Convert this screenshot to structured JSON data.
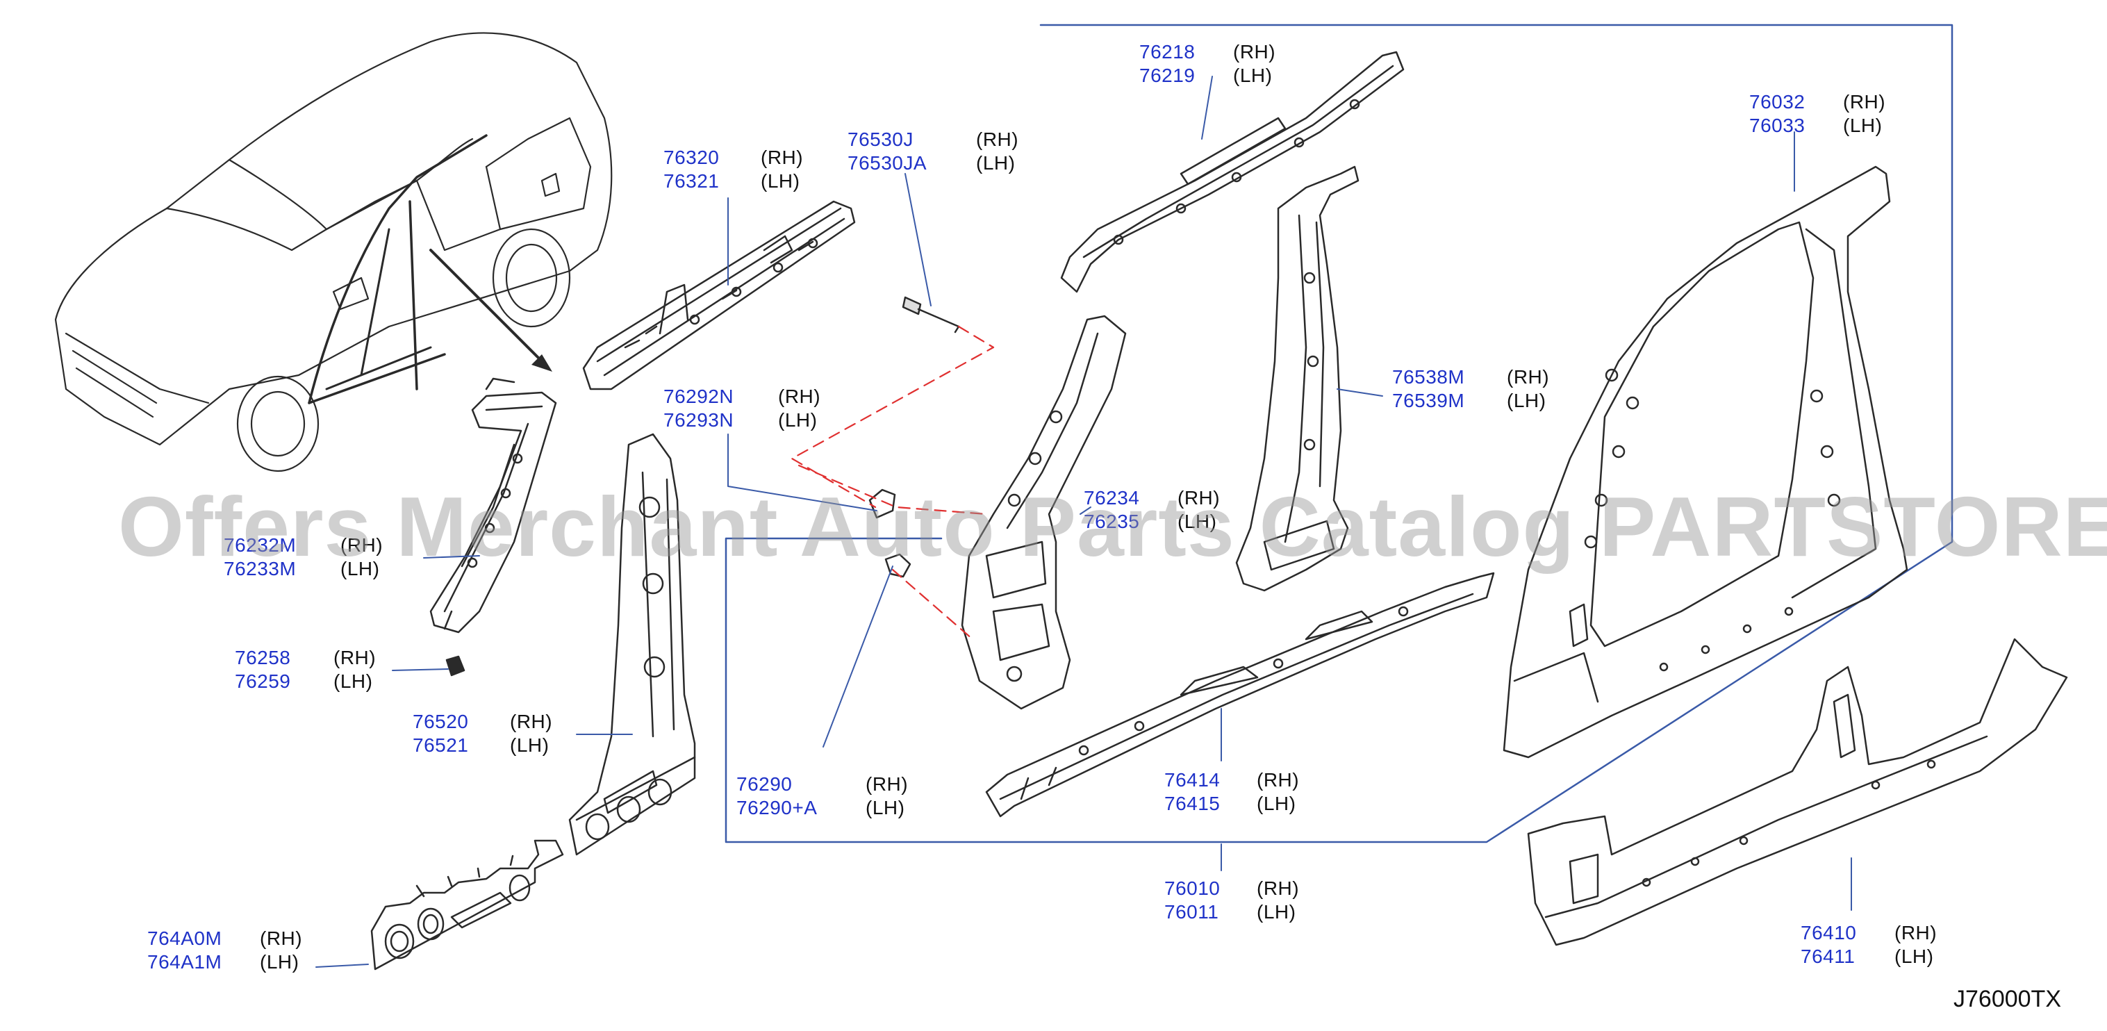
{
  "diagram_code": "J76000TX",
  "watermark": "Offers Merchant Auto Parts Catalog PARTSTORE SA",
  "colors": {
    "part_number": "#1f32c8",
    "line": "#2a2a2a",
    "leader": "#3a5aa8",
    "dash": "#e03030"
  },
  "callouts": [
    {
      "id": "c76218",
      "rh_part": "76218",
      "lh_part": "76219",
      "rh": "(RH)",
      "lh": "(LH)"
    },
    {
      "id": "c76032",
      "rh_part": "76032",
      "lh_part": "76033",
      "rh": "(RH)",
      "lh": "(LH)"
    },
    {
      "id": "c76320",
      "rh_part": "76320",
      "lh_part": "76321",
      "rh": "(RH)",
      "lh": "(LH)"
    },
    {
      "id": "c76530",
      "rh_part": "76530J",
      "lh_part": "76530JA",
      "rh": "(RH)",
      "lh": "(LH)"
    },
    {
      "id": "c76538",
      "rh_part": "76538M",
      "lh_part": "76539M",
      "rh": "(RH)",
      "lh": "(LH)"
    },
    {
      "id": "c76292",
      "rh_part": "76292N",
      "lh_part": "76293N",
      "rh": "(RH)",
      "lh": "(LH)"
    },
    {
      "id": "c76234",
      "rh_part": "76234",
      "lh_part": "76235",
      "rh": "(RH)",
      "lh": "(LH)"
    },
    {
      "id": "c76232",
      "rh_part": "76232M",
      "lh_part": "76233M",
      "rh": "(RH)",
      "lh": "(LH)"
    },
    {
      "id": "c76258",
      "rh_part": "76258",
      "lh_part": "76259",
      "rh": "(RH)",
      "lh": "(LH)"
    },
    {
      "id": "c76520",
      "rh_part": "76520",
      "lh_part": "76521",
      "rh": "(RH)",
      "lh": "(LH)"
    },
    {
      "id": "c76290",
      "rh_part": "76290",
      "lh_part": "76290+A",
      "rh": "(RH)",
      "lh": "(LH)"
    },
    {
      "id": "c76414",
      "rh_part": "76414",
      "lh_part": "76415",
      "rh": "(RH)",
      "lh": "(LH)"
    },
    {
      "id": "c76010",
      "rh_part": "76010",
      "lh_part": "76011",
      "rh": "(RH)",
      "lh": "(LH)"
    },
    {
      "id": "c764A0",
      "rh_part": "764A0M",
      "lh_part": "764A1M",
      "rh": "(RH)",
      "lh": "(LH)"
    },
    {
      "id": "c76410",
      "rh_part": "76410",
      "lh_part": "76411",
      "rh": "(RH)",
      "lh": "(LH)"
    }
  ]
}
